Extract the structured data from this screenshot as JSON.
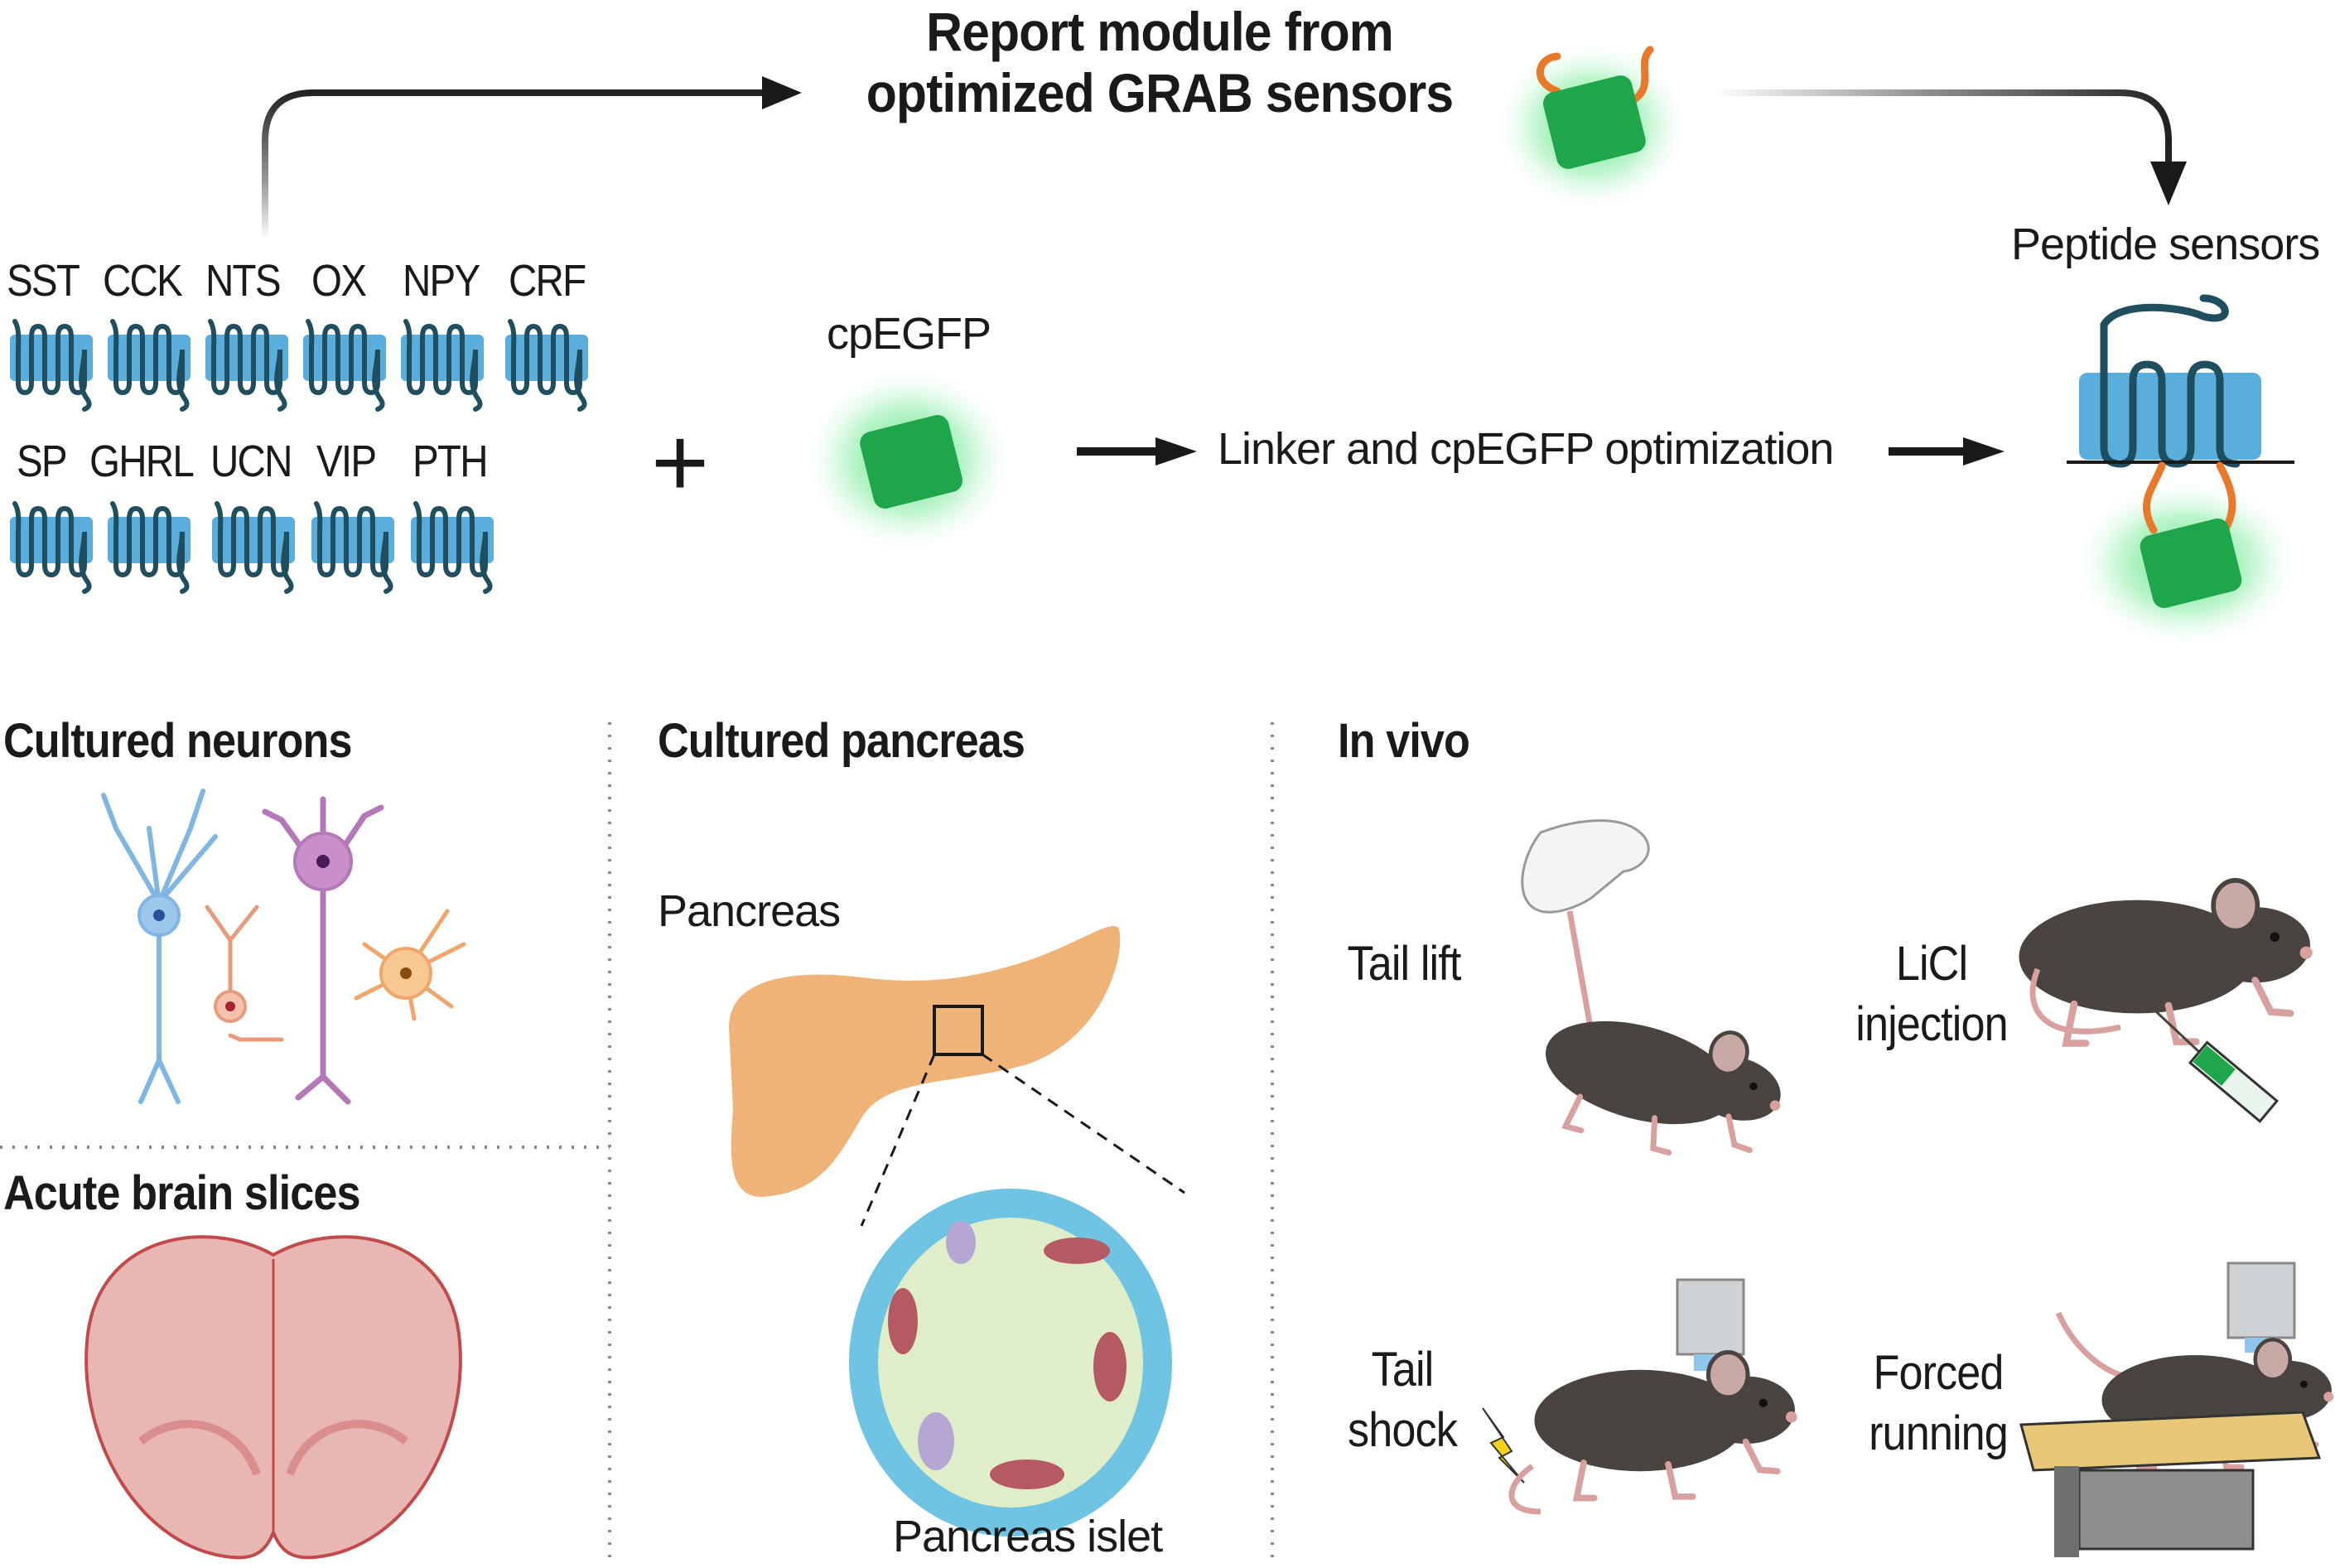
{
  "header": {
    "title_line1": "Report module from",
    "title_line2": "optimized GRAB sensors"
  },
  "receptors": {
    "row1": [
      "SST",
      "CCK",
      "NTS",
      "OX",
      "NPY",
      "CRF"
    ],
    "row2": [
      "SP",
      "GHRL",
      "UCN",
      "VIP",
      "PTH"
    ]
  },
  "labels": {
    "plus": "+",
    "cpegfp": "cpEGFP",
    "optimization": "Linker and cpEGFP optimization",
    "peptide_sensors": "Peptide sensors"
  },
  "sections": {
    "cultured_neurons": "Cultured neurons",
    "acute_brain_slices": "Acute brain slices",
    "cultured_pancreas": "Cultured pancreas",
    "in_vivo": "In vivo"
  },
  "pancreas": {
    "organ_label": "Pancreas",
    "islet_label": "Pancreas islet"
  },
  "conditions": {
    "tail_lift": "Tail lift",
    "licl_line1": "LiCl",
    "licl_line2": "injection",
    "shock_line1": "Tail",
    "shock_line2": "shock",
    "running_line1": "Forced",
    "running_line2": "running"
  },
  "colors": {
    "membrane": "#5aaedc",
    "receptor_strand": "#1f4f5f",
    "cpegfp": "#1fa64a",
    "glow": "#3fdc6e",
    "linker": "#e8792b",
    "pancreas": "#f0b377",
    "brain": "#e8b7b4",
    "mouse": "#4a4440"
  }
}
